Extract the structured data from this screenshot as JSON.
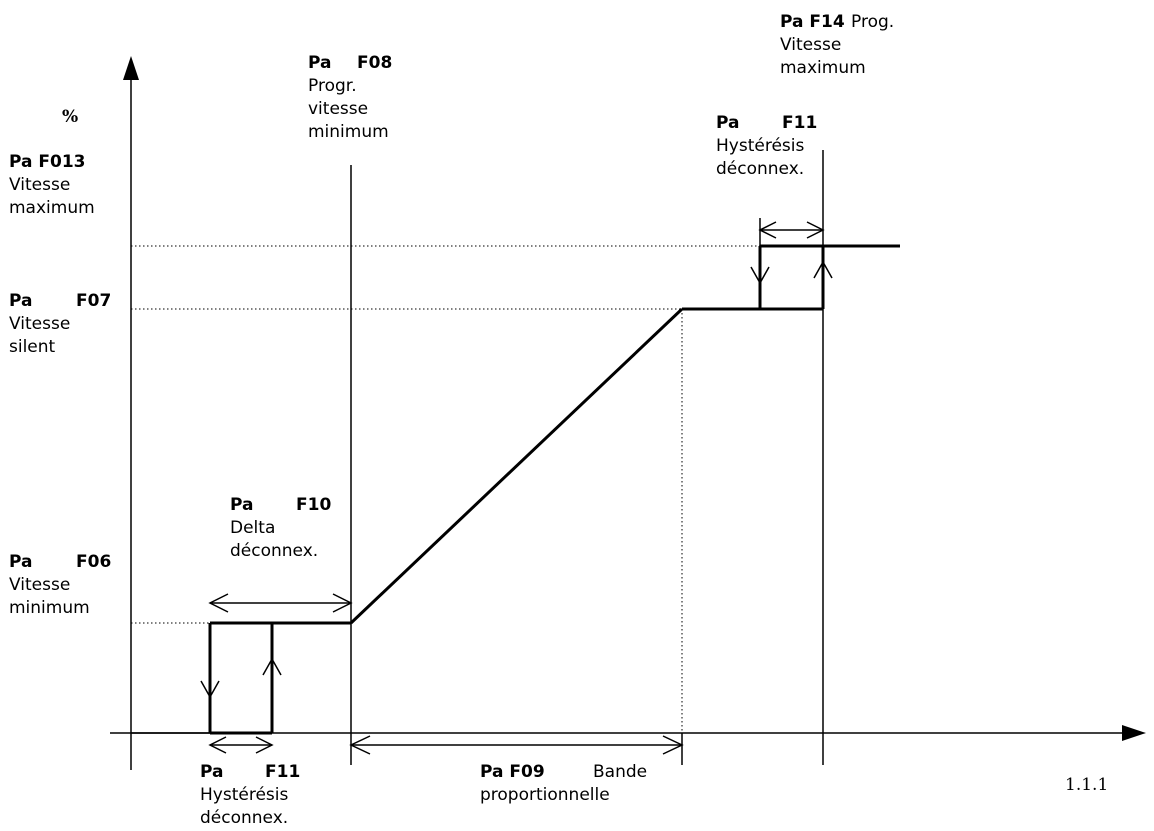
{
  "axis": {
    "y_unit": "%"
  },
  "labels": {
    "f013": {
      "code": "Pa F013",
      "lines": [
        "Vitesse",
        "maximum"
      ]
    },
    "f07": {
      "pa": "Pa",
      "code": "F07",
      "lines": [
        "Vitesse",
        "silent"
      ]
    },
    "f06": {
      "pa": "Pa",
      "code": "F06",
      "lines": [
        "Vitesse",
        "minimum"
      ]
    },
    "f08": {
      "pa": "Pa",
      "code": "F08",
      "lines": [
        "Progr.",
        "vitesse",
        "minimum"
      ]
    },
    "f14": {
      "code": "Pa F14",
      "suffix": "Prog.",
      "lines": [
        "Vitesse",
        "maximum"
      ]
    },
    "f11_top": {
      "pa": "Pa",
      "code": "F11",
      "lines": [
        "Hystérésis",
        "déconnex."
      ]
    },
    "f10": {
      "pa": "Pa",
      "code": "F10",
      "lines": [
        "Delta",
        "déconnex."
      ]
    },
    "f11_bottom": {
      "pa": "Pa",
      "code": "F11",
      "lines": [
        "Hystérésis",
        "déconnex."
      ]
    },
    "f09": {
      "code": "Pa  F09",
      "suffix": "Bande",
      "lines": [
        "proportionnelle"
      ]
    }
  },
  "page_number": "1.1.1"
}
